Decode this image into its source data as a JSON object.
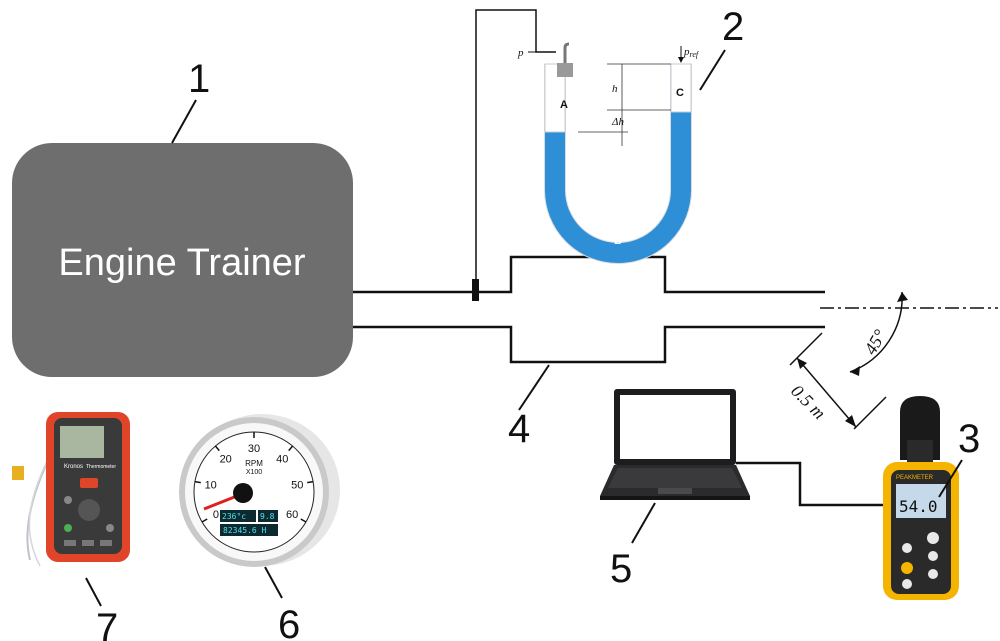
{
  "engine": {
    "label": "Engine Trainer"
  },
  "callouts": {
    "n1": "1",
    "n2": "2",
    "n3": "3",
    "n4": "4",
    "n5": "5",
    "n6": "6",
    "n7": "7"
  },
  "manometer": {
    "p_label": "p",
    "pref_label": "p",
    "pref_sub": "ref",
    "h_label": "h",
    "dh_label": "Δh",
    "leg_a": "A",
    "leg_b": "B",
    "leg_c": "C"
  },
  "angle": {
    "label": "45°"
  },
  "distance": {
    "label": "0.5 m"
  },
  "sound_meter": {
    "reading": "54.0",
    "brand": "PEAKMETER"
  },
  "tachometer": {
    "unit": "RPM",
    "scale": "X100",
    "temp": "236°c",
    "volt": "9.8",
    "hours": "82345.6 H",
    "ticks": [
      "0",
      "10",
      "20",
      "30",
      "40",
      "50",
      "60"
    ]
  },
  "thermometer": {
    "brand": "Kronos",
    "label": "Thermometer"
  },
  "colors": {
    "engine_fill": "#6e6e6e",
    "fluid": "#2e8fd6",
    "meter_yellow": "#f4b400",
    "thermo_red": "#e0452a"
  }
}
